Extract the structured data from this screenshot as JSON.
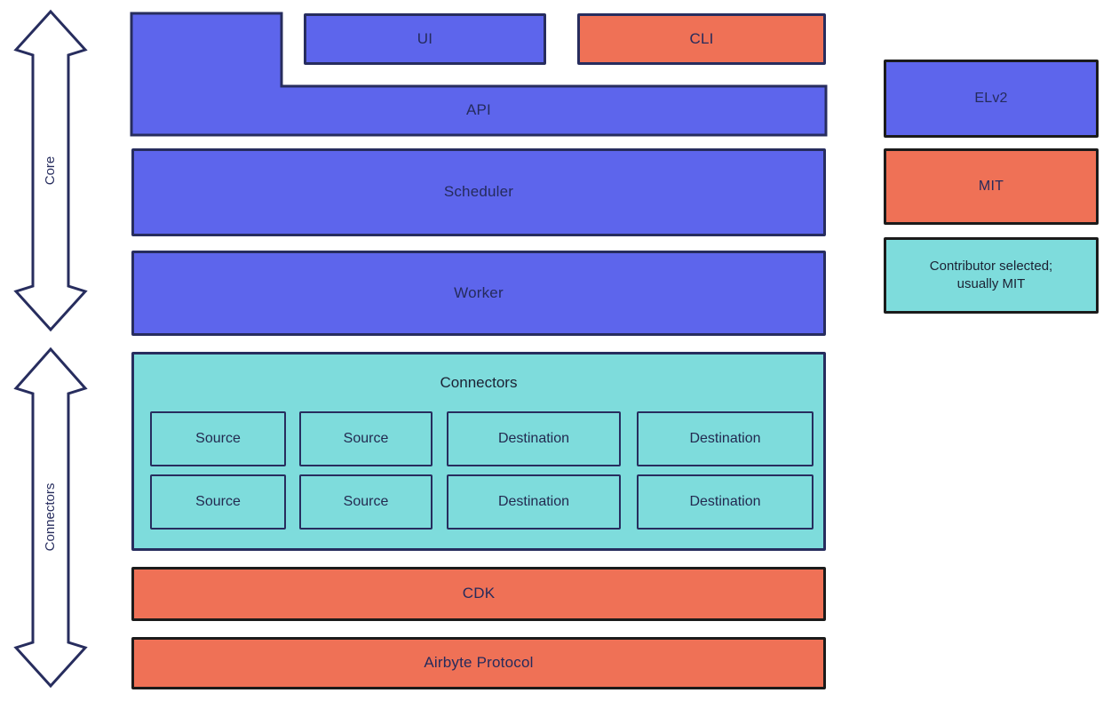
{
  "arrows": {
    "core": {
      "label": "Core"
    },
    "connectors": {
      "label": "Connectors"
    }
  },
  "stack": {
    "ui": {
      "label": "UI"
    },
    "cli": {
      "label": "CLI"
    },
    "api": {
      "label": "API"
    },
    "scheduler": {
      "label": "Scheduler"
    },
    "worker": {
      "label": "Worker"
    },
    "connectors": {
      "title": "Connectors",
      "cells": [
        {
          "label": "Source"
        },
        {
          "label": "Source"
        },
        {
          "label": "Destination"
        },
        {
          "label": "Destination"
        },
        {
          "label": "Source"
        },
        {
          "label": "Source"
        },
        {
          "label": "Destination"
        },
        {
          "label": "Destination"
        }
      ]
    },
    "cdk": {
      "label": "CDK"
    },
    "protocol": {
      "label": "Airbyte Protocol"
    }
  },
  "legend": {
    "items": [
      {
        "label": "ELv2",
        "color": "#5D65EC"
      },
      {
        "label": "MIT",
        "color": "#EF7156"
      },
      {
        "label": "Contributor selected; usually MIT",
        "color": "#7EDCDC"
      }
    ]
  },
  "colors": {
    "blue": "#5D65EC",
    "orange": "#EF7156",
    "teal": "#7EDCDC",
    "outline_navy": "#272D5E",
    "outline_black": "#1B1B1B",
    "text_navy": "#252B5C"
  }
}
